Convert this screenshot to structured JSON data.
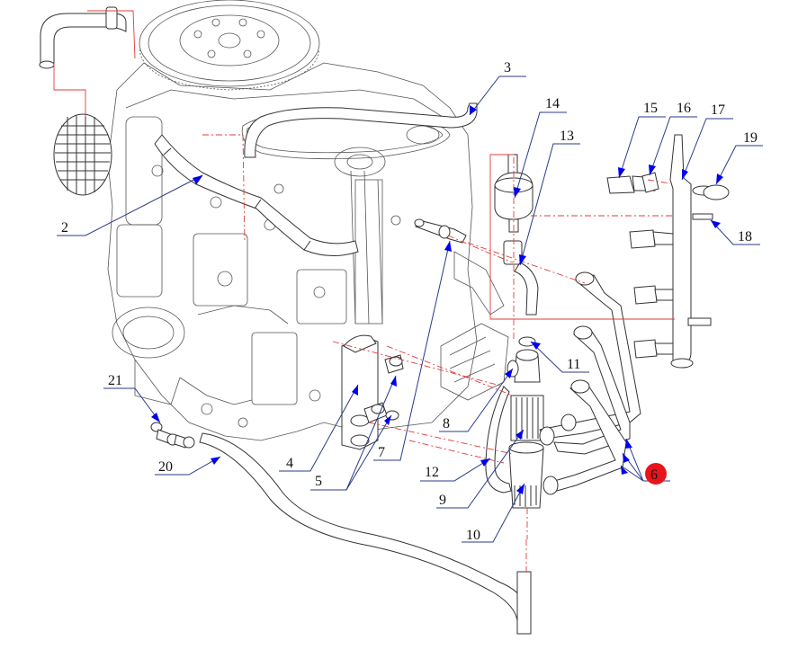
{
  "diagram": {
    "callouts": [
      {
        "id": "c2",
        "label": "2"
      },
      {
        "id": "c3",
        "label": "3"
      },
      {
        "id": "c4",
        "label": "4"
      },
      {
        "id": "c5",
        "label": "5"
      },
      {
        "id": "c6",
        "label": "6",
        "highlighted": true
      },
      {
        "id": "c7",
        "label": "7"
      },
      {
        "id": "c8",
        "label": "8"
      },
      {
        "id": "c9",
        "label": "9"
      },
      {
        "id": "c10",
        "label": "10"
      },
      {
        "id": "c11",
        "label": "11"
      },
      {
        "id": "c12",
        "label": "12"
      },
      {
        "id": "c13",
        "label": "13"
      },
      {
        "id": "c14",
        "label": "14"
      },
      {
        "id": "c15",
        "label": "15"
      },
      {
        "id": "c16",
        "label": "16"
      },
      {
        "id": "c17",
        "label": "17"
      },
      {
        "id": "c18",
        "label": "18"
      },
      {
        "id": "c19",
        "label": "19"
      },
      {
        "id": "c20",
        "label": "20"
      },
      {
        "id": "c21",
        "label": "21"
      }
    ],
    "colors": {
      "leader": "#2a3a8a",
      "arrow": "#0000ee",
      "centerline": "#e23b3b",
      "highlight": "#e8141c",
      "linework": "#333333"
    }
  }
}
